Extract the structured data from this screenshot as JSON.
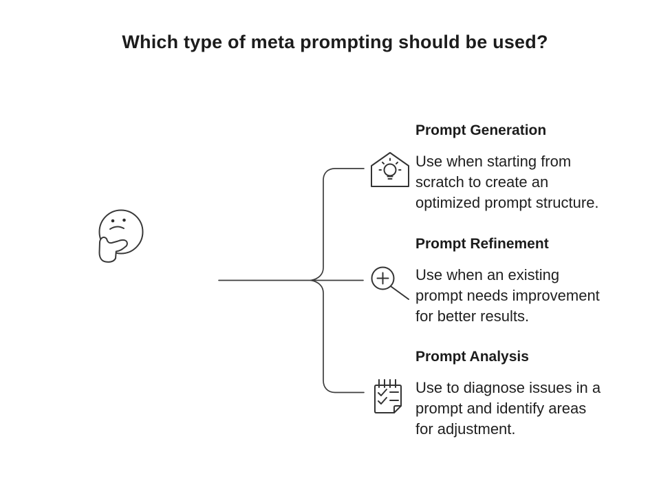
{
  "title": "Which type of meta prompting should be used?",
  "colors": {
    "background": "#ffffff",
    "text": "#1c1c1c",
    "body_text": "#202020",
    "line": "#3c3c3c"
  },
  "root": {
    "icon": "thinking-face"
  },
  "branches": [
    {
      "title": "Prompt Generation",
      "description": "Use when starting from\nscratch to create an\noptimized prompt structure.",
      "icon": "lightbulb-idea-badge"
    },
    {
      "title": "Prompt Refinement",
      "description": "Use when an existing\nprompt needs improvement\nfor better results.",
      "icon": "magnifier-zoom-in"
    },
    {
      "title": "Prompt Analysis",
      "description": "Use to diagnose issues in a\nprompt and identify areas\nfor adjustment.",
      "icon": "checklist-note"
    }
  ]
}
